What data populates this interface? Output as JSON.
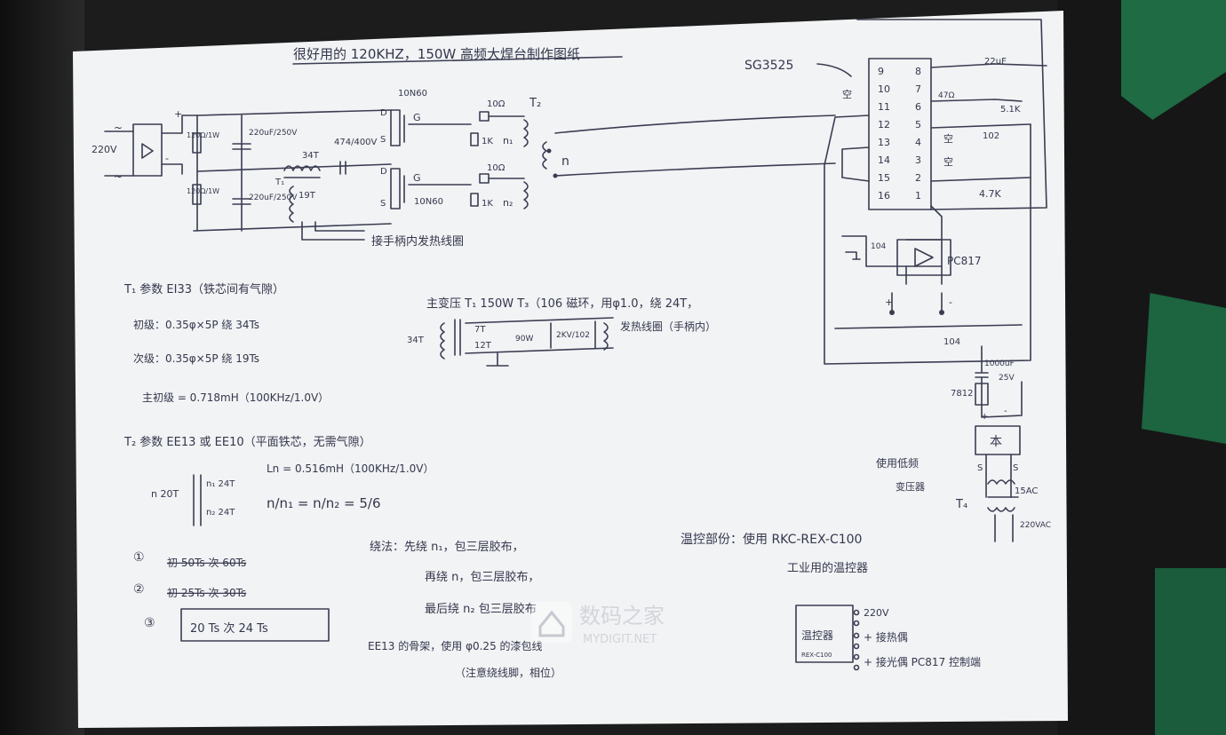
{
  "title": "很好用的 120KHZ，150W 高频大焊台制作图纸",
  "chip": "SG3525",
  "input": {
    "voltage": "220V",
    "ac1": "~",
    "ac2": "~",
    "plus": "+",
    "minus": "-"
  },
  "power_stage": {
    "r1": "120Ω/1W",
    "r2": "120Ω/1W",
    "c1": "220uF/250V",
    "c2": "220uF/250V",
    "cap_series": "474/400V",
    "t1_turns_34": "34T",
    "t1_turns_19": "19T",
    "t1_label": "T₁",
    "mos_top": "10N60",
    "mos_bottom": "10N60",
    "mos_d": "D",
    "mos_g": "G",
    "mos_s": "S",
    "gate_res_top": "10Ω",
    "gate_res_bottom": "10Ω",
    "pull_top": "1K",
    "pull_bottom": "1K",
    "n1": "n₁",
    "n2": "n₂",
    "t2_label": "T₂",
    "n": "n",
    "t1_secondary_note": "接手柄内发热线圈"
  },
  "t1_spec": {
    "heading": "T₁ 参数  EI33（铁芯间有气隙）",
    "primary": "初级：0.35φ×5P 绕 34Ts",
    "secondary": "次级：0.35φ×5P 绕 19Ts",
    "inductance": "主初级 = 0.718mH（100KHz/1.0V）"
  },
  "t2_spec": {
    "heading": "T₂ 参数  EE13 或 EE10（平面铁芯，无需气隙）",
    "inductance": "Ln = 0.516mH（100KHz/1.0V）",
    "n_turns": "n 20T",
    "n1_turns": "n₁ 24T",
    "n2_turns": "n₂ 24T",
    "ratio": "n/n₁ = n/n₂ = 5/6",
    "opt1_num": "①",
    "opt1": "初 50Ts  次 60Ts",
    "opt2_num": "②",
    "opt2": "初 25Ts  次 30Ts",
    "opt3_num": "③",
    "opt3": "20 Ts  次 24 Ts"
  },
  "winding": {
    "line1": "绕法：先绕 n₁，包三层胶布，",
    "line2": "再绕 n，包三层胶布，",
    "line3": "最后绕 n₂ 包三层胶布",
    "line4": "EE13 的骨架，使用 φ0.25 的漆包线",
    "line5": "（注意绕线脚，相位）"
  },
  "main_transformer": {
    "heading": "主变压 T₁ 150W T₃（106 磁环，用φ1.0，绕 24T，",
    "t34": "34T",
    "t7": "7T",
    "t12": "12T",
    "r90": "90W",
    "c102": "2KV/102",
    "coil_note": "发热线圈（手柄内）"
  },
  "control": {
    "pins_left": [
      "9",
      "10",
      "11",
      "12",
      "13",
      "14",
      "15",
      "16"
    ],
    "pins_right": [
      "8",
      "7",
      "6",
      "5",
      "4",
      "3",
      "2",
      "1"
    ],
    "empty": "空",
    "c22": "22uF",
    "r47": "47Ω",
    "r5k1": "5.1K",
    "c102": "102",
    "r47k": "4.7K",
    "c104a": "104",
    "opto": "PC817",
    "c104b": "104",
    "c1000": "1000uF",
    "c1000v": "25V",
    "reg": "7812",
    "bridge": "本",
    "t4_note1": "使用低频",
    "t4_note2": "变压器",
    "t4": "T₄",
    "v15": "15AC",
    "v220": "220VAC",
    "s": "S",
    "plus": "+",
    "minus": "-"
  },
  "temp_control": {
    "line1": "温控部份：使用 RKC-REX-C100",
    "line2": "工业用的温控器",
    "box": "温控器",
    "box_model": "REX-C100",
    "pin1": "220V",
    "pin2": "+ 接热偶",
    "pin3": "+ 接光偶 PC817 控制端"
  },
  "watermark": {
    "cn": "数码之家",
    "en": "MYDIGIT.NET"
  },
  "colors": {
    "ink": "#3a3c52",
    "paper": "#f1f3f4",
    "green": "#1f6b43"
  }
}
